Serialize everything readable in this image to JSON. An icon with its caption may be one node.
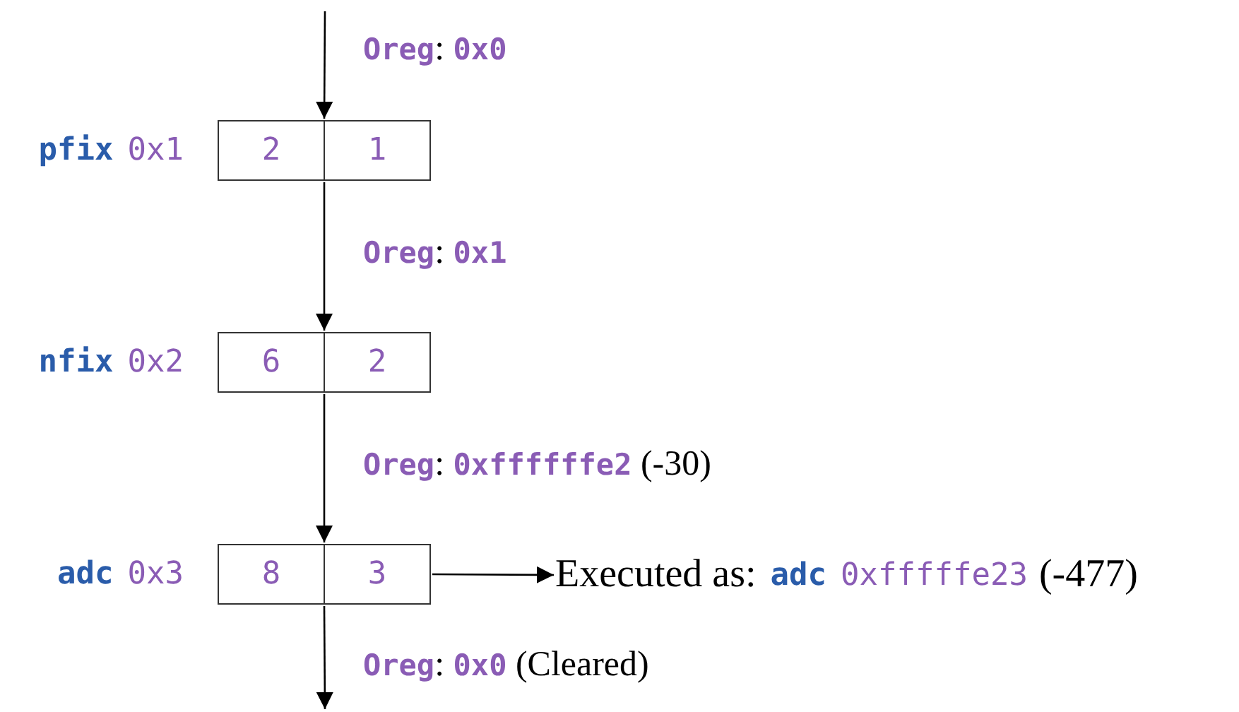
{
  "diagram": {
    "nodes": [
      {
        "text": [
          "2",
          "1"
        ],
        "beside": [
          "pfix",
          "0x1"
        ]
      },
      {
        "text": [
          "6",
          "2"
        ],
        "beside": [
          "nfix",
          "0x2"
        ]
      },
      {
        "text": [
          "8",
          "3"
        ],
        "beside": [
          "adc",
          "0x3"
        ]
      },
      {
        "text": [
          "Executed as:",
          "adc",
          "0xfffffe23",
          "(-477)"
        ]
      }
    ],
    "edges": [
      {
        "from": null,
        "to": 0,
        "arrow": "to",
        "label": "Oreg: 0x0"
      },
      {
        "from": 0,
        "to": 1,
        "arrow": "to",
        "label": "Oreg: 0x1"
      },
      {
        "from": 1,
        "to": 2,
        "arrow": "to",
        "label": "Oreg: 0xffffffe2 (-30)"
      },
      {
        "from": 2,
        "to": 3,
        "arrow": "to"
      },
      {
        "from": 2,
        "to": null,
        "arrow": "to",
        "label": "Oreg: 0x0 (Cleared)"
      }
    ]
  }
}
